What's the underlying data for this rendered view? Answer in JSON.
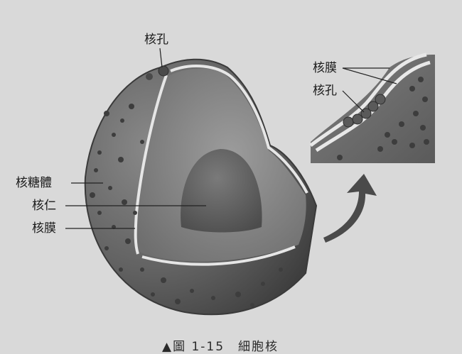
{
  "diagram": {
    "main_labels": {
      "nuclear_pore": "核孔",
      "ribosome": "核糖體",
      "nucleolus": "核仁",
      "nuclear_envelope": "核膜"
    },
    "inset_labels": {
      "nuclear_envelope": "核膜",
      "nuclear_pore": "核孔"
    },
    "caption": "▲圖 1-15　細胞核"
  },
  "colors": {
    "background": "#d9d9d9",
    "outer_shell": "#5b5b5b",
    "interior": "#8a8a8a",
    "nucleolus": "#5f5f5f",
    "membrane_highlight": "#e6e6e6"
  }
}
